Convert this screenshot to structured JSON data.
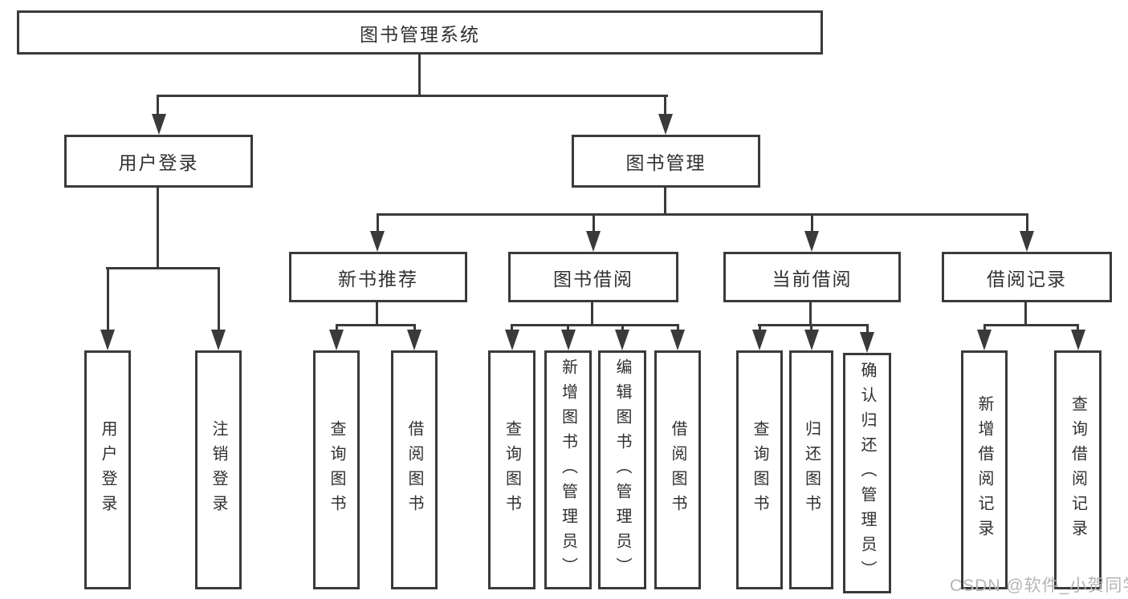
{
  "diagram_type": "hierarchy",
  "tree": {
    "root": {
      "label": "图书管理系统"
    },
    "level2": [
      {
        "label": "用户登录"
      },
      {
        "label": "图书管理"
      }
    ],
    "level3": [
      {
        "label": "新书推荐"
      },
      {
        "label": "图书借阅"
      },
      {
        "label": "当前借阅"
      },
      {
        "label": "借阅记录"
      }
    ],
    "leaves": {
      "user_login": [
        "用户登录",
        "注销登录"
      ],
      "new_books": [
        "查询图书",
        "借阅图书"
      ],
      "book_borrow": [
        "查询图书",
        "新增图书（管理员）",
        "编辑图书（管理员）",
        "借阅图书"
      ],
      "current_borrow": [
        "查询图书",
        "归还图书",
        "确认归还（管理员）"
      ],
      "borrow_records": [
        "新增借阅记录",
        "查询借阅记录"
      ]
    }
  },
  "watermark": "CSDN @软件_小贺同学",
  "colors": {
    "line": "#3a3a3a",
    "text": "#303030",
    "background": "#ffffff",
    "watermark": "#b5b5b5"
  }
}
